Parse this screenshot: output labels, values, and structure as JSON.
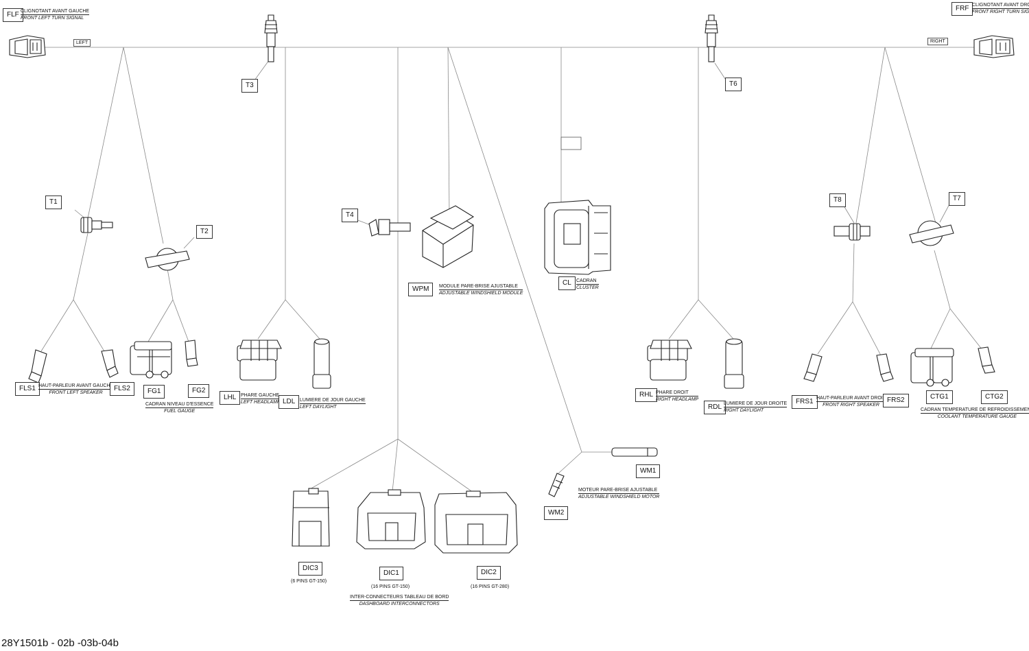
{
  "diagram": {
    "left_tag": "LEFT",
    "right_tag": "RIGHT",
    "footer_code": "28Y1501b - 02b -03b-04b",
    "connectors": {
      "FLF": "FLF",
      "FRF": "FRF",
      "T1": "T1",
      "T2": "T2",
      "T3": "T3",
      "T4": "T4",
      "T6": "T6",
      "T7": "T7",
      "T8": "T8",
      "FLS1": "FLS1",
      "FLS2": "FLS2",
      "FG1": "FG1",
      "FG2": "FG2",
      "LHL": "LHL",
      "LDL": "LDL",
      "WPM": "WPM",
      "CL": "CL",
      "RHL": "RHL",
      "RDL": "RDL",
      "FRS1": "FRS1",
      "FRS2": "FRS2",
      "CTG1": "CTG1",
      "CTG2": "CTG2",
      "WM1": "WM1",
      "WM2": "WM2",
      "DIC1": "DIC1",
      "DIC2": "DIC2",
      "DIC3": "DIC3"
    },
    "labels": {
      "flf": {
        "fr": "CLIGNOTANT AVANT GAUCHE",
        "en": "FRONT LEFT TURN SIGNAL"
      },
      "frf": {
        "fr": "CLIGNOTANT AVANT DROIT",
        "en": "FRONT RIGHT TURN SIGNAL"
      },
      "fls": {
        "fr": "HAUT-PARLEUR AVANT GAUCHE",
        "en": "FRONT LEFT SPEAKER"
      },
      "fg": {
        "fr": "CADRAN NIVEAU D'ESSENCE",
        "en": "FUEL GAUGE"
      },
      "lhl": {
        "fr": "PHARE GAUCHE",
        "en": "LEFT HEADLAMP"
      },
      "ldl": {
        "fr": "LUMIERE DE JOUR GAUCHE",
        "en": "LEFT DAYLIGHT"
      },
      "wpm": {
        "fr": "MODULE PARE-BRISE AJUSTABLE",
        "en": "ADJUSTABLE WINDSHIELD MODULE"
      },
      "cl": {
        "fr": "CADRAN",
        "en": "CLUSTER"
      },
      "rhl": {
        "fr": "PHARE DROIT",
        "en": "RIGHT HEADLAMP"
      },
      "rdl": {
        "fr": "LUMIERE DE JOUR DROITE",
        "en": "RIGHT DAYLIGHT"
      },
      "frs": {
        "fr": "HAUT-PARLEUR AVANT DROIT",
        "en": "FRONT RIGHT SPEAKER"
      },
      "ctg": {
        "fr": "CADRAN TEMPERATURE DE REFROIDISSEMENT",
        "en": "COOLANT TEMPERATURE GAUGE"
      },
      "wm": {
        "fr": "MOTEUR PARE-BRISE AJUSTABLE",
        "en": "ADJUSTABLE WINDSHIELD MOTOR"
      },
      "dic": {
        "fr": "INTER-CONNECTEURS TABLEAU DE BORD",
        "en": "DASHBOARD INTERCONNECTORS"
      }
    },
    "pin_notes": {
      "dic3": "(6 PINS GT-150)",
      "dic1": "(16 PINS GT-150)",
      "dic2": "(16 PINS GT-280)"
    }
  }
}
